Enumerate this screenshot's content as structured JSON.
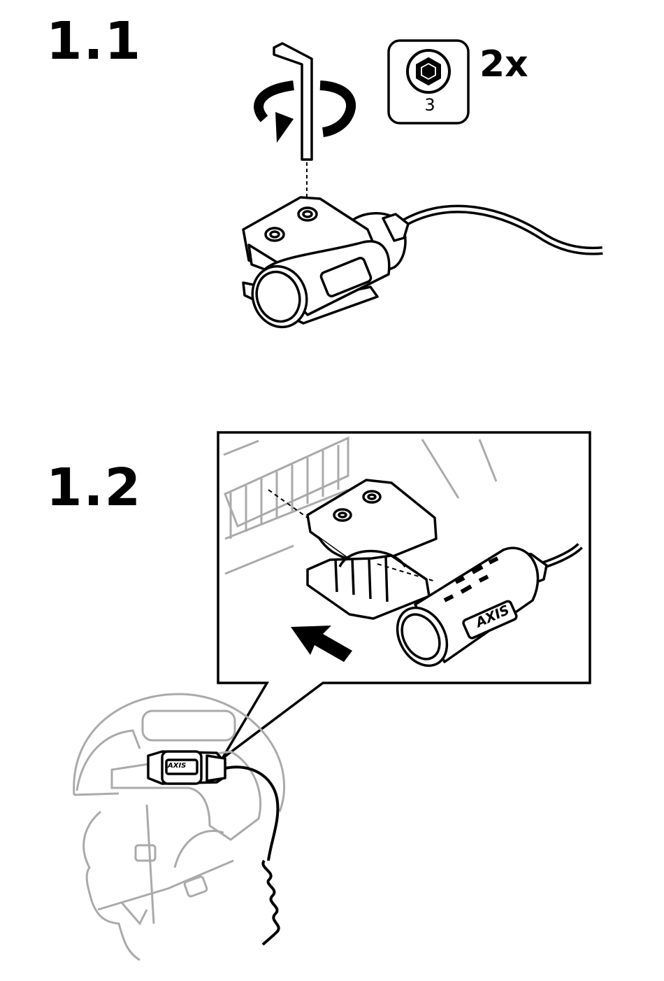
{
  "steps": {
    "step1": {
      "number": "1.1"
    },
    "step2": {
      "number": "1.2"
    }
  },
  "tool": {
    "type": "hex-key-icon",
    "size": "3",
    "quantity": "2x"
  },
  "brand": {
    "logo_text": "AXIS"
  },
  "colors": {
    "line": "#000000",
    "gray": "#aaaaaa",
    "background": "#ffffff"
  }
}
